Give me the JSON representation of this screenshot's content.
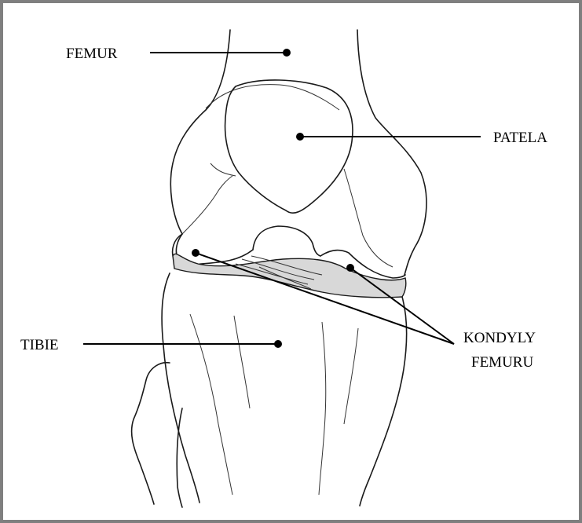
{
  "labels": {
    "femur": "FEMUR",
    "patela": "PATELA",
    "tibie": "TIBIE",
    "kondyly_line1": "KONDYLY",
    "kondyly_line2": "FEMURU"
  },
  "colors": {
    "frame": "#7f7f7f",
    "ink": "#000000",
    "cartilage": "#d8d8d8",
    "background": "#ffffff"
  }
}
